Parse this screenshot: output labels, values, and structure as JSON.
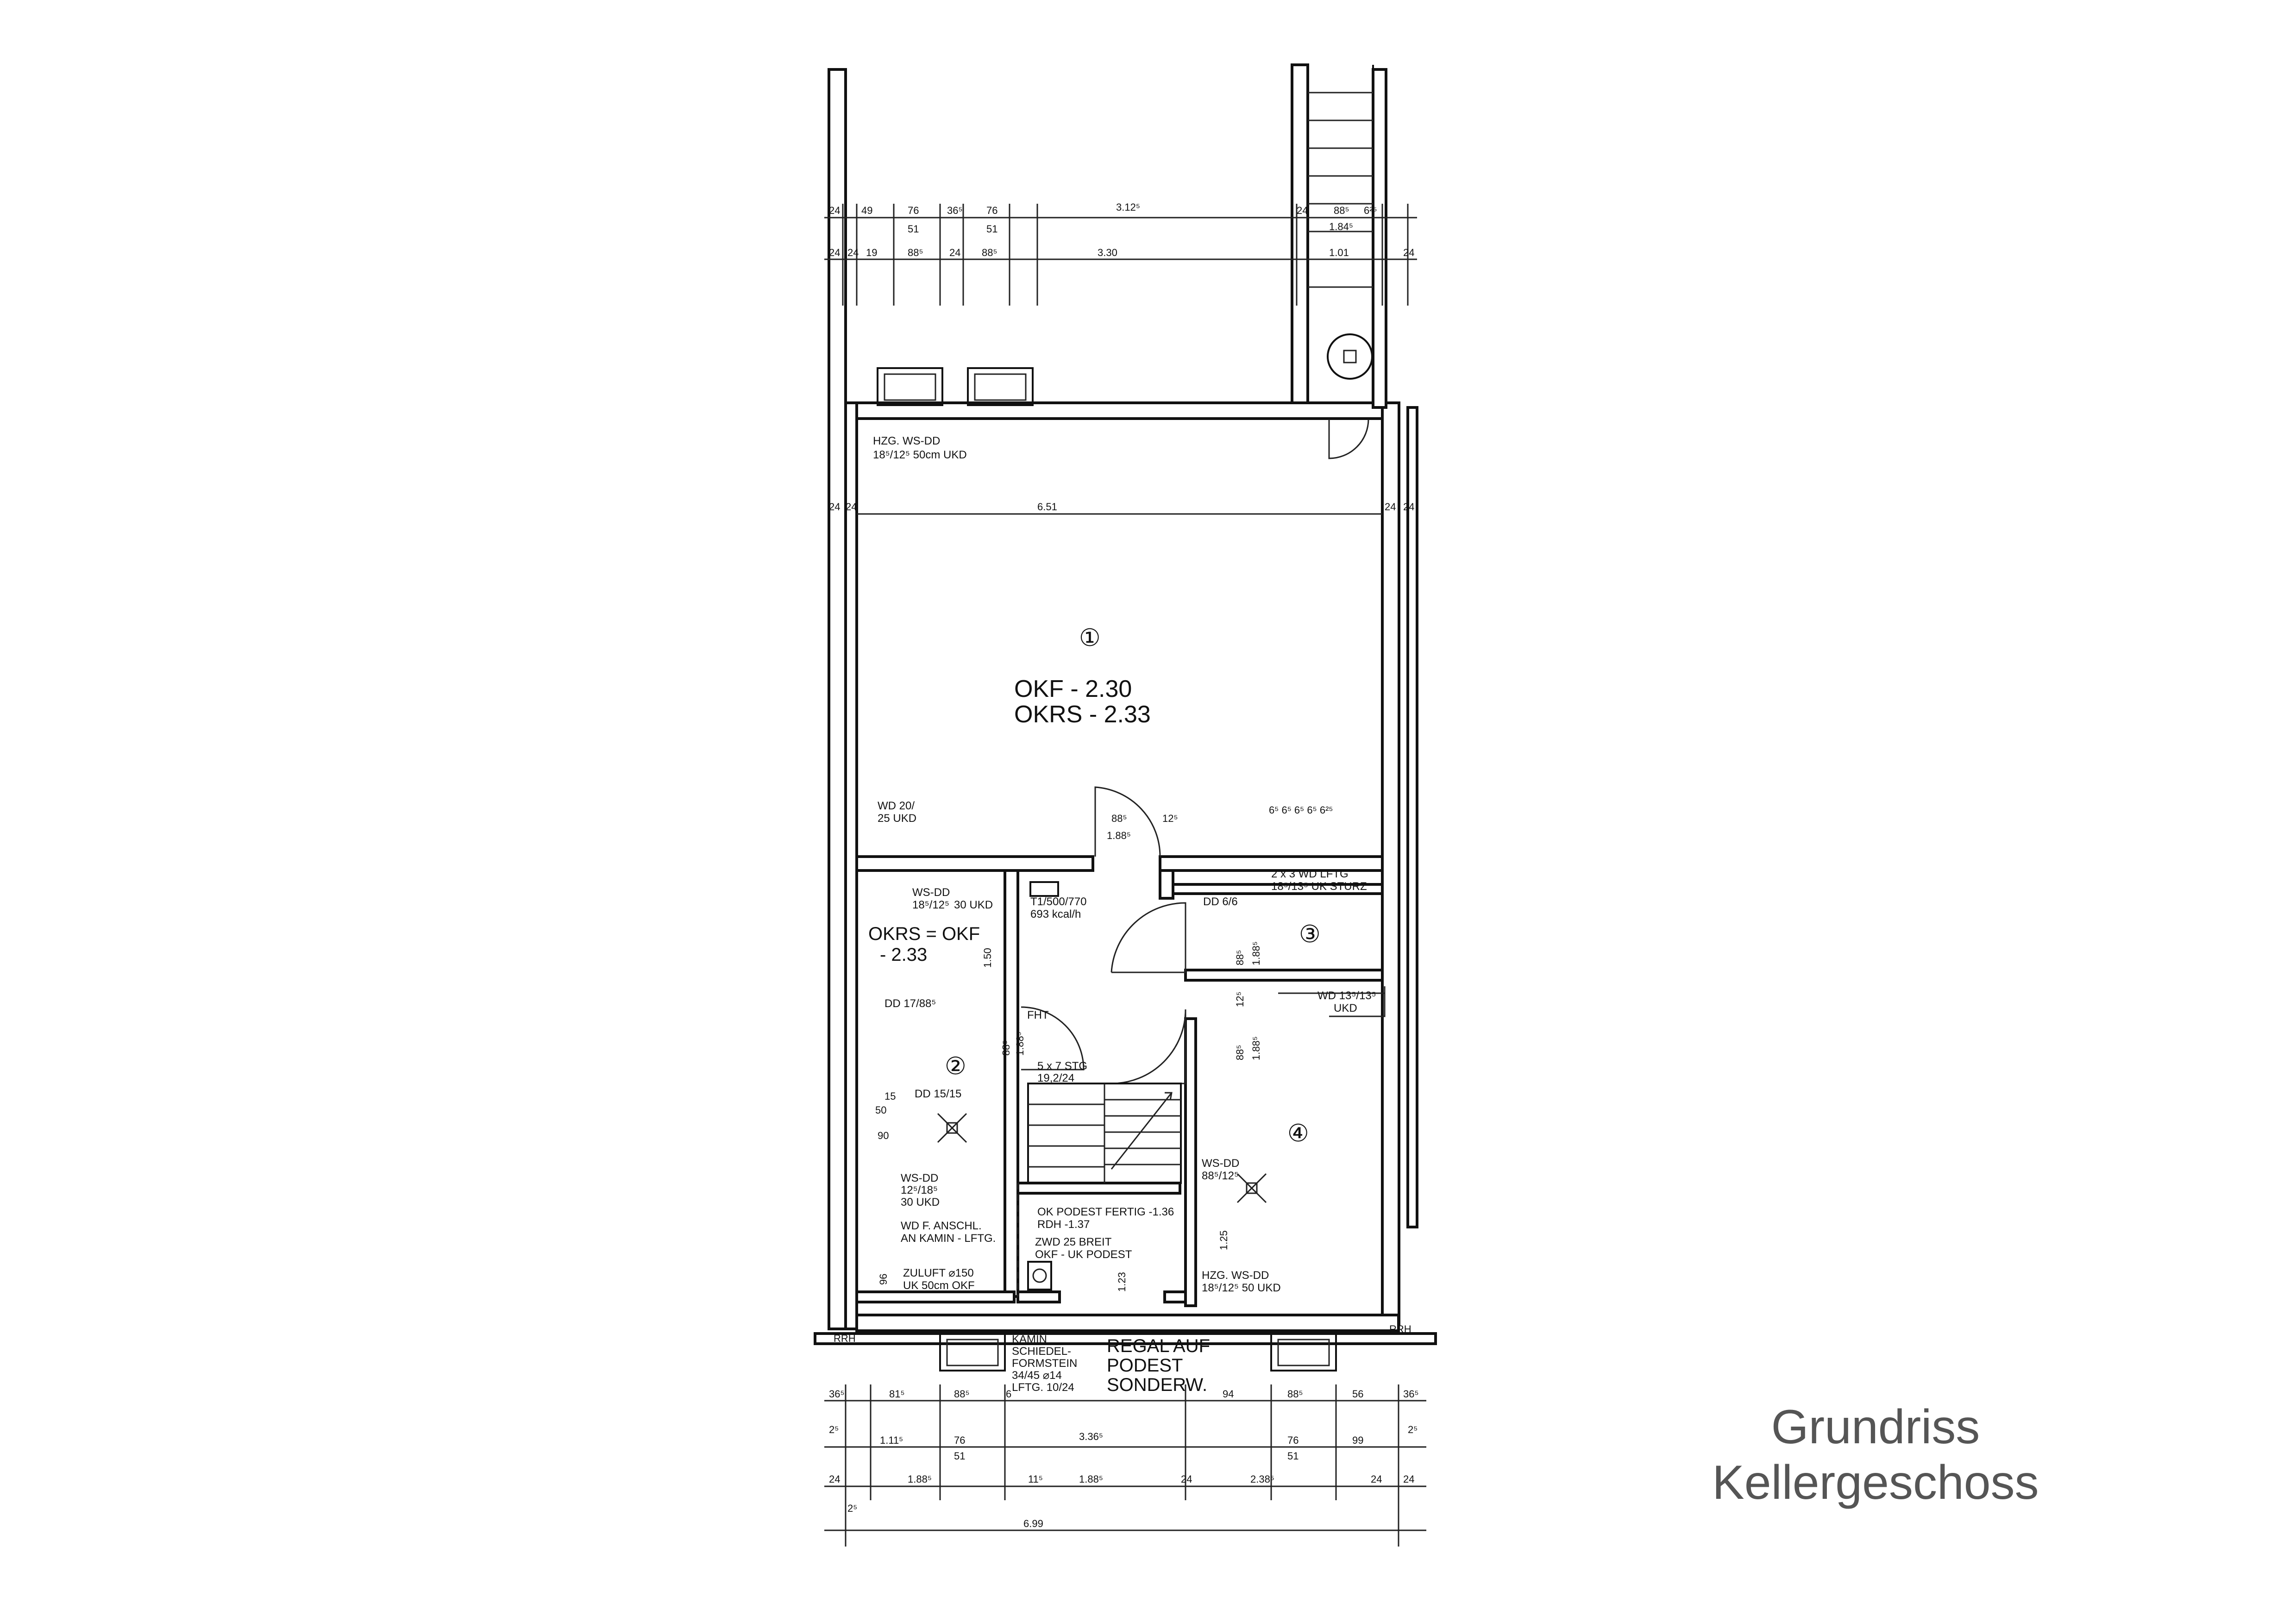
{
  "caption": {
    "line1": "Grundriss",
    "line2": "Kellergeschoss"
  },
  "rooms": [
    {
      "number": "①",
      "label_line1": "OKF  - 2.30",
      "label_line2": "OKRS - 2.33"
    },
    {
      "number": "②",
      "label_line1": "OKRS = OKF",
      "label_line2": "- 2.33"
    },
    {
      "number": "③"
    },
    {
      "number": "④"
    }
  ],
  "top_dims_row1": [
    "24",
    "49",
    "76",
    "51",
    "36⁵",
    "76",
    "51",
    "3.12⁵",
    "24",
    "88⁵",
    "6²⁵",
    "1.84⁵"
  ],
  "top_dims_row2": [
    "24",
    "24",
    "19",
    "88⁵",
    "24",
    "88⁵",
    "3.30",
    "1.01",
    "24"
  ],
  "room1_width": "6.51",
  "side_dims": [
    "24",
    "24",
    "24",
    "24"
  ],
  "notes": {
    "hzg_top": [
      "HZG. WS-DD",
      "18⁵/12⁵ 50cm UKD"
    ],
    "wd_left": [
      "WD 20/",
      "25 UKD"
    ],
    "door_dims": [
      "88⁵",
      "1.88⁵",
      "12⁵"
    ],
    "wd_lftg_right": [
      "6⁵ 6⁵ 6⁵ 6⁵ 6²⁵",
      "2 x 3 WD LFTG",
      "18⁵/13⁵ UK STURZ"
    ],
    "ws_dd_room2": [
      "WS-DD",
      "18⁵/12⁵",
      "30 UKD"
    ],
    "heater": [
      "T1/500/770",
      "693 kcal/h"
    ],
    "dd_6_6": "DD 6/6",
    "dims_room3": [
      "88⁵",
      "1.88⁵"
    ],
    "dd_17_88": "DD 17/88⁵",
    "dim_150": "1.50",
    "dims_hall": [
      "88⁵",
      "1.88⁵"
    ],
    "fht": "FHT",
    "wd_13": [
      "WD 13⁵/13⁵",
      "UKD"
    ],
    "dims_room4": [
      "88⁵",
      "1.88⁵",
      "12⁵"
    ],
    "stairs": [
      "5 x 7 STG",
      "19,2/24"
    ],
    "dd_15_15": "DD 15/15",
    "dims_room2_side": [
      "15",
      "50",
      "90"
    ],
    "ws_dd_room4": [
      "WS-DD",
      "88⁵/12⁵"
    ],
    "ws_dd_room2_low": [
      "WS-DD",
      "12⁵/18⁵",
      "30 UKD"
    ],
    "wd_anschl": [
      "WD F. ANSCHL.",
      "AN KAMIN - LFTG."
    ],
    "ok_podest": [
      "OK PODEST FERTIG -1.36",
      "RDH            -1.37"
    ],
    "zwd": [
      "ZWD 25 BREIT",
      "OKF - UK PODEST"
    ],
    "dim_125": "1.25",
    "zuluft": [
      "ZULUFT ⌀150",
      "UK 50cm OKF"
    ],
    "hzg_bottom": [
      "HZG. WS-DD",
      "18⁵/12⁵ 50 UKD"
    ],
    "rrh_left": "RRH",
    "rrh_right": "RRH",
    "dim_96": "96",
    "dim_123": "1.23",
    "kamin": [
      "KAMIN",
      "SCHIEDEL-",
      "FORMSTEIN",
      "34/45 ⌀14",
      "LFTG. 10/24"
    ],
    "regal": [
      "REGAL AUF",
      "PODEST",
      "SONDERW."
    ]
  },
  "bottom_dims_row1": [
    "36⁵",
    "81⁵",
    "88⁵",
    "6",
    "94",
    "88⁵",
    "56",
    "36⁵"
  ],
  "bottom_dims_row2": [
    "2⁵",
    "1.11⁵",
    "76",
    "51",
    "3.36⁵",
    "76",
    "51",
    "99",
    "2⁵"
  ],
  "bottom_dims_row3": [
    "24",
    "1.88⁵",
    "11⁵",
    "1.88⁵",
    "24",
    "2.38⁵",
    "24",
    "24"
  ],
  "bottom_dims_row4": [
    "2⁵",
    "6.99"
  ]
}
